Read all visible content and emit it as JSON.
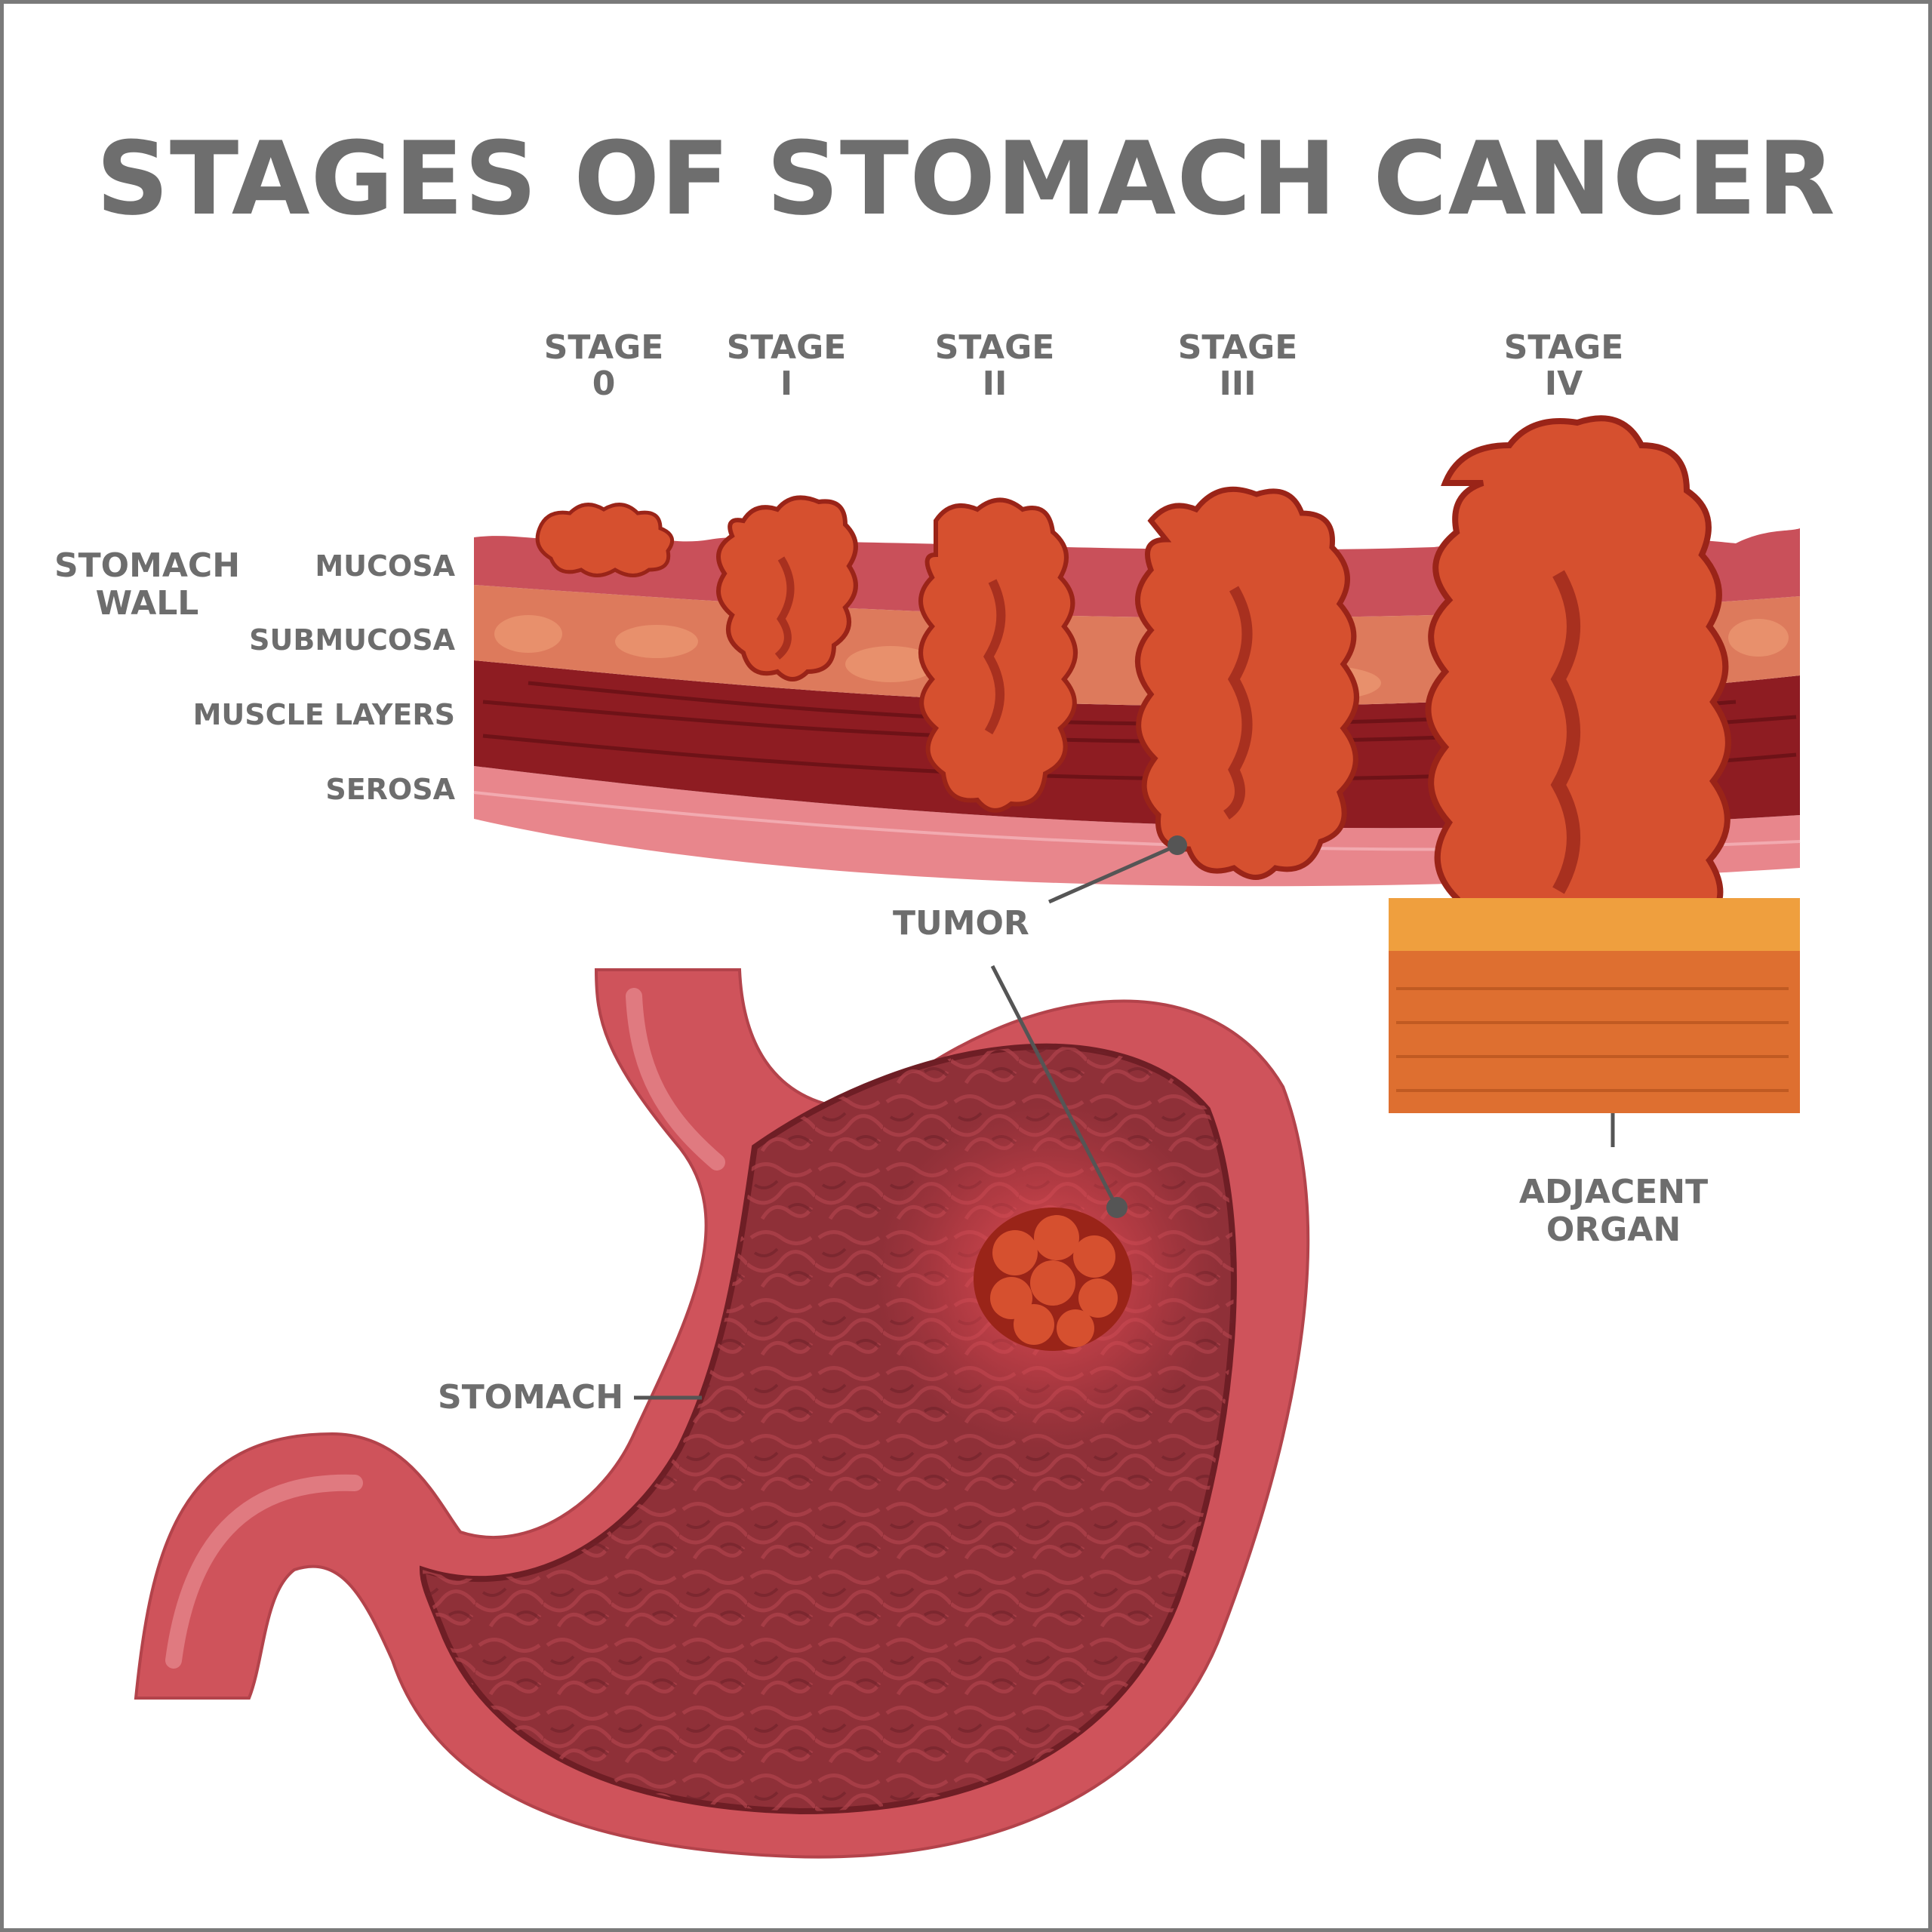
{
  "title": "STAGES OF STOMACH CANCER",
  "stages": [
    {
      "line1": "STAGE",
      "line2": "0"
    },
    {
      "line1": "STAGE",
      "line2": "I"
    },
    {
      "line1": "STAGE",
      "line2": "II"
    },
    {
      "line1": "STAGE",
      "line2": "III"
    },
    {
      "line1": "STAGE",
      "line2": "IV"
    }
  ],
  "wall": {
    "line1": "STOMACH",
    "line2": "WALL"
  },
  "layers": [
    "MUCOSA",
    "SUBMUCOSA",
    "MUSCLE LAYERS",
    "SEROSA"
  ],
  "callouts": {
    "tumor": "TUMOR",
    "stomach": "STOMACH"
  },
  "adjacent": {
    "line1": "ADJACENT",
    "line2": "ORGAN"
  },
  "colors": {
    "mucosa": "#c9505a",
    "submucosa": "#dd7a5c",
    "muscle": "#8e1c22",
    "serosa": "#e88d8f",
    "tumor": "#d6502f",
    "tumor_outline": "#9a2418",
    "organ_top": "#ef9f3e",
    "organ_body": "#de6f30",
    "stomach_outer": "#cf535b",
    "stomach_inner": "#8f3038",
    "label_gray": "#6d6d6d"
  }
}
